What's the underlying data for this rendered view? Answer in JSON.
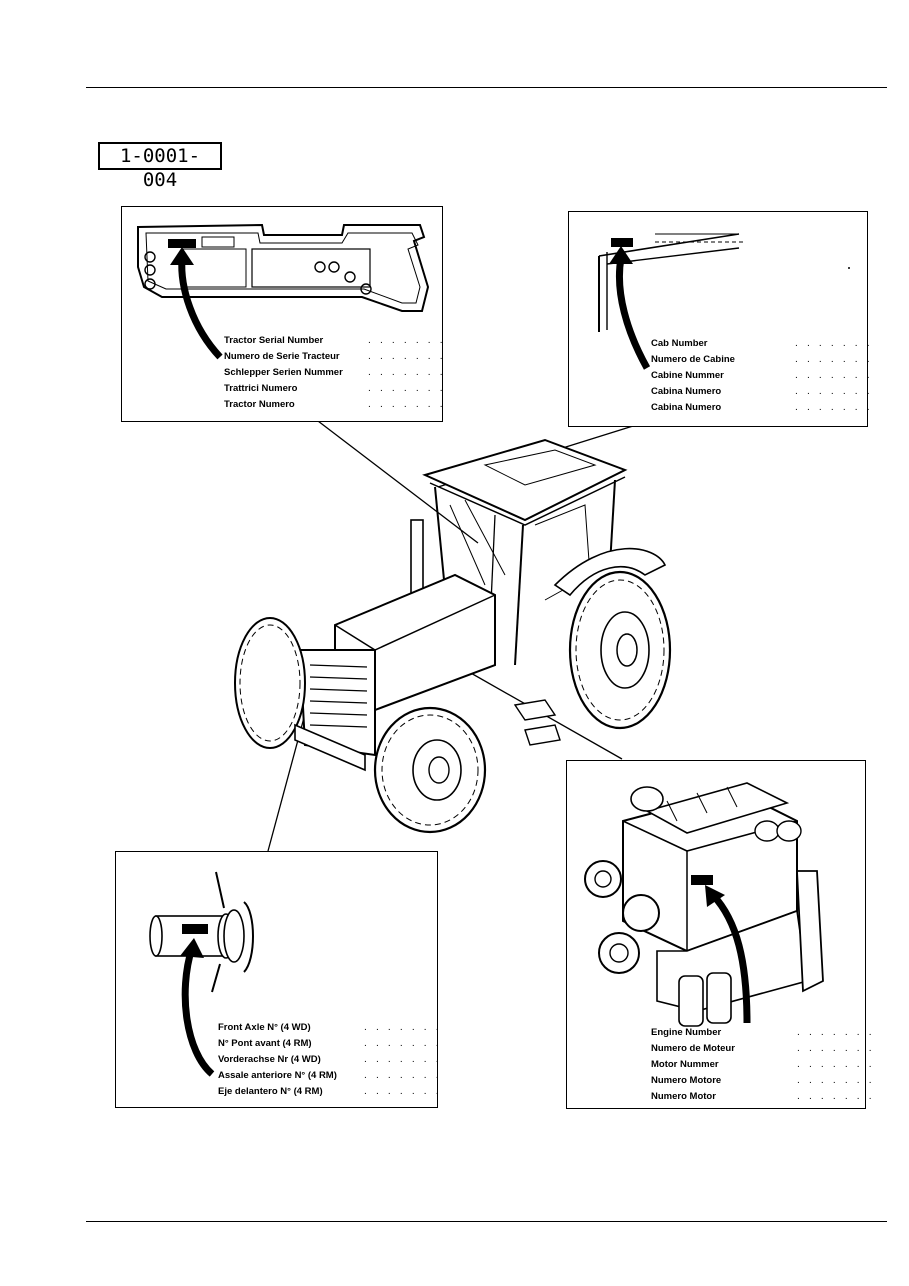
{
  "header": {
    "code": "1-0001- 004"
  },
  "tractor_panel": {
    "items": [
      "Tractor Serial Number",
      "Numero de Serie Tracteur",
      "Schlepper Serien Nummer",
      "Trattrici Numero",
      "Tractor Numero"
    ],
    "fill": ". . . . . . ."
  },
  "cab_panel": {
    "items": [
      "Cab Number",
      "Numero de Cabine",
      "Cabine Nummer",
      "Cabina Numero",
      "Cabina Numero"
    ],
    "fill": ". . . . . . ."
  },
  "axle_panel": {
    "items": [
      "Front Axle N° (4 WD)",
      "N° Pont avant (4 RM)",
      "Vorderachse Nr (4 WD)",
      "Assale anteriore N° (4 RM)",
      "Eje delantero N° (4 RM)"
    ],
    "fill": ". . . . . . ."
  },
  "engine_panel": {
    "items": [
      "Engine Number",
      "Numero de Moteur",
      "Motor Nummer",
      "Numero Motore",
      "Numero Motor"
    ],
    "fill": ". . . . . . ."
  }
}
